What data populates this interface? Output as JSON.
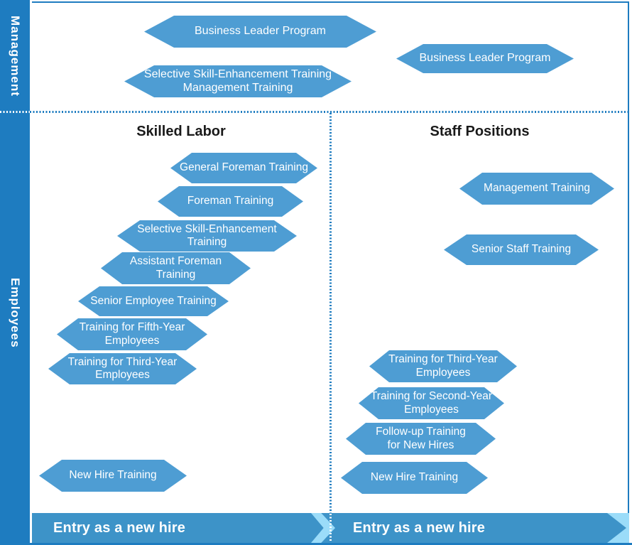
{
  "colors": {
    "primary_blue": "#1E7CC0",
    "shape_fill": "#4E9DD3",
    "band_fill": "#3D93C8",
    "chevron_light": "#9BDCF9",
    "heading_text": "#1A1A1A"
  },
  "sidebar": {
    "management_label": "Management",
    "employees_label": "Employees"
  },
  "sections": {
    "skilled_labor_heading": "Skilled Labor",
    "staff_positions_heading": "Staff Positions"
  },
  "management_row": {
    "shapes": [
      {
        "id": "blp-left",
        "label": "Business Leader Program"
      },
      {
        "id": "sse-mgmt",
        "label": "Selective Skill-Enhancement Training\nManagement Training"
      },
      {
        "id": "blp-right",
        "label": "Business Leader Program"
      }
    ]
  },
  "skilled_labor": {
    "shapes": [
      {
        "id": "general-foreman",
        "label": "General Foreman Training"
      },
      {
        "id": "foreman",
        "label": "Foreman Training"
      },
      {
        "id": "sse-training",
        "label": "Selective Skill-Enhancement\nTraining"
      },
      {
        "id": "assistant-foreman",
        "label": "Assistant Foreman\nTraining"
      },
      {
        "id": "senior-employee",
        "label": "Senior Employee Training"
      },
      {
        "id": "fifth-year",
        "label": "Training for Fifth-Year\nEmployees"
      },
      {
        "id": "third-year-skilled",
        "label": "Training for Third-Year\nEmployees"
      },
      {
        "id": "new-hire-skilled",
        "label": "New Hire Training"
      }
    ]
  },
  "staff_positions": {
    "shapes": [
      {
        "id": "management-training",
        "label": "Management Training"
      },
      {
        "id": "senior-staff",
        "label": "Senior Staff Training"
      },
      {
        "id": "third-year-staff",
        "label": "Training for Third-Year\nEmployees"
      },
      {
        "id": "second-year-staff",
        "label": "Training for Second-Year\nEmployees"
      },
      {
        "id": "follow-up",
        "label": "Follow-up Training\nfor New Hires"
      },
      {
        "id": "new-hire-staff",
        "label": "New Hire Training"
      }
    ]
  },
  "banners": {
    "left_label": "Entry as a new hire",
    "right_label": "Entry as a new hire"
  }
}
